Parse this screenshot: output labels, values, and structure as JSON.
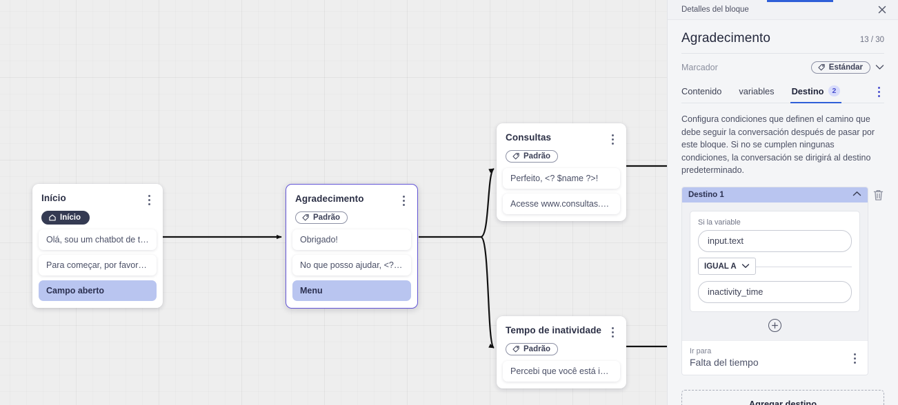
{
  "canvas": {
    "nodes": [
      {
        "id": "inicio",
        "title": "Início",
        "tag": "Início",
        "tag_icon": "home-icon",
        "messages": [
          {
            "text": "Olá, sou um chatbot de teste!",
            "highlight": false
          },
          {
            "text": "Para começar, por favor digite o ...",
            "highlight": false
          },
          {
            "text": "Campo aberto",
            "highlight": true
          }
        ]
      },
      {
        "id": "agradecimento",
        "title": "Agradecimento",
        "tag": "Padrão",
        "tag_icon": "tag-icon",
        "messages": [
          {
            "text": "Obrigado!",
            "highlight": false
          },
          {
            "text": "No que posso ajudar, <? $name ...",
            "highlight": false
          },
          {
            "text": "Menu",
            "highlight": true
          }
        ]
      },
      {
        "id": "consultas",
        "title": "Consultas",
        "tag": "Padrão",
        "tag_icon": "tag-icon",
        "messages": [
          {
            "text": "Perfeito, <? $name ?>!",
            "highlight": false
          },
          {
            "text": "Acesse www.consultas.com par...",
            "highlight": false
          }
        ]
      },
      {
        "id": "inatividade",
        "title": "Tempo de inatividade",
        "tag": "Padrão",
        "tag_icon": "tag-icon",
        "messages": [
          {
            "text": "Percebi que você está inativo. C...",
            "highlight": false
          }
        ]
      }
    ]
  },
  "panel": {
    "topbar_title": "Detalles del bloque",
    "close_icon": "close-icon",
    "block_title": "Agradecimento",
    "counter": "13 / 30",
    "marker_label": "Marcador",
    "marker_value": "Estándar",
    "marker_icon": "tag-icon",
    "marker_chevron": "chevron-down-icon",
    "tabs": [
      {
        "label": "Contenido",
        "badge": "",
        "active": false
      },
      {
        "label": "variables",
        "badge": "",
        "active": false
      },
      {
        "label": "Destino",
        "badge": "2",
        "active": true
      }
    ],
    "tabs_overflow_icon": "kebab-icon",
    "description": "Configura condiciones que definen el camino que debe seguir la conversación después de pasar por este bloque. Si no se cumplen ningunas condiciones, la conversación se dirigirá al destino predeterminado.",
    "destination": {
      "header": "Destino 1",
      "collapse_icon": "chevron-up-icon",
      "delete_icon": "trash-icon",
      "condition_label": "Si la variable",
      "variable_value": "input.text",
      "operator": "IGUAL A",
      "operator_icon": "chevron-down-icon",
      "compare_value": "inactivity_time",
      "add_condition_icon": "plus-circle-icon",
      "goto_label": "Ir para",
      "goto_value": "Falta del tiempo",
      "goto_menu_icon": "kebab-icon"
    },
    "add_destination_label": "Agregar destino"
  },
  "colors": {
    "accent_blue": "#2f5fd8",
    "highlight": "#b9c5f0",
    "node_selected": "#6254d6",
    "badge_text": "#4a4fcf",
    "canvas_bg": "#eeeeee",
    "panel_bg": "#f4f5f7"
  }
}
